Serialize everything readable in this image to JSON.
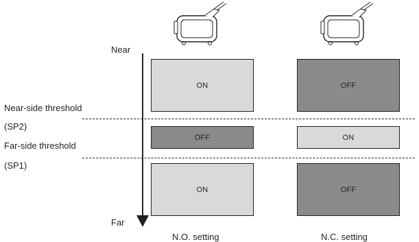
{
  "axis": {
    "near_label": "Near",
    "far_label": "Far"
  },
  "thresholds": [
    {
      "name": "Near-side threshold",
      "code": "(SP2)"
    },
    {
      "name": "Far-side threshold",
      "code": "(SP1)"
    }
  ],
  "columns": [
    {
      "label": "N.O. setting",
      "zones": [
        {
          "text": "ON",
          "tone": "light"
        },
        {
          "text": "OFF",
          "tone": "dark"
        },
        {
          "text": "ON",
          "tone": "light"
        }
      ]
    },
    {
      "label": "N.C. setting",
      "zones": [
        {
          "text": "OFF",
          "tone": "dark"
        },
        {
          "text": "ON",
          "tone": "light"
        },
        {
          "text": "OFF",
          "tone": "dark"
        }
      ]
    }
  ],
  "colors": {
    "on_fill": "#d9d9d9",
    "off_fill": "#8a8a8a",
    "outline": "#231f20"
  },
  "icons": [
    "distance-sensor-icon",
    "distance-sensor-icon",
    "down-arrow-icon"
  ]
}
